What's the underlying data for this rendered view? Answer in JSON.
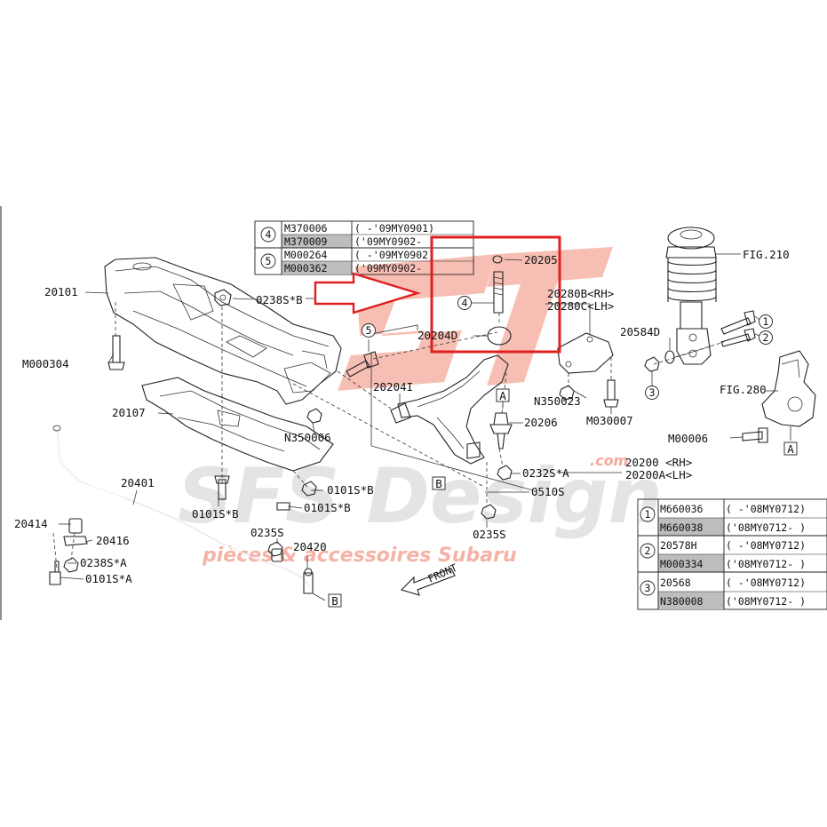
{
  "colors": {
    "highlight_red": "#e02020",
    "watermark_red": "#f39a8a",
    "watermark_gray": "#c8c8c8",
    "line": "#222222",
    "gray_cell": "#bdbdbd"
  },
  "watermark": {
    "brand": "SFS Design",
    "tagline": "pièces & accessoires Subaru",
    "tld": ".com"
  },
  "ref_table_top": {
    "rows": [
      {
        "circle": "4",
        "part": "M370006",
        "range": "( -'09MY0901)",
        "gray": false
      },
      {
        "circle": "",
        "part": "M370009",
        "range": "('09MY0902- )",
        "gray": true
      },
      {
        "circle": "5",
        "part": "M000264",
        "range": "( -'09MY0902)",
        "gray": false
      },
      {
        "circle": "",
        "part": "M000362",
        "range": "('09MY0902- )",
        "gray": true
      }
    ]
  },
  "ref_table_bottom": {
    "rows": [
      {
        "circle": "1",
        "part": "M660036",
        "range": "( -'08MY0712)",
        "gray": false
      },
      {
        "circle": "",
        "part": "M660038",
        "range": "('08MY0712- )",
        "gray": true
      },
      {
        "circle": "2",
        "part": "20578H",
        "range": "( -'08MY0712)",
        "gray": false
      },
      {
        "circle": "",
        "part": "M000334",
        "range": "('08MY0712- )",
        "gray": true
      },
      {
        "circle": "3",
        "part": "20568",
        "range": "( -'08MY0712)",
        "gray": false
      },
      {
        "circle": "",
        "part": "N380008",
        "range": "('08MY0712- )",
        "gray": true
      }
    ]
  },
  "labels": {
    "p20101": "20101",
    "m000304": "M000304",
    "p0238s_b": "0238S*B",
    "p20107": "20107",
    "n350006": "N350006",
    "p20401": "20401",
    "p20414": "20414",
    "p20416": "20416",
    "p0238s_a": "0238S*A",
    "p0101s_a": "0101S*A",
    "p0101s_b1": "0101S*B",
    "p0101s_b2": "0101S*B",
    "p0101s_b3": "0101S*B",
    "p0235s_1": "0235S",
    "p0235s_2": "0235S",
    "p20420": "20420",
    "box_b1": "B",
    "box_b2": "B",
    "box_a1": "A",
    "box_a2": "A",
    "p20205": "20205",
    "circ4": "4",
    "p20204d": "20204D",
    "circ5": "5",
    "p20204i": "20204I",
    "p20206": "20206",
    "p0232s_a": "0232S*A",
    "p0510s": "0510S",
    "p20200": "20200 <RH>",
    "p20200a": "20200A<LH>",
    "p20280b": "20280B<RH>",
    "p20280c": "20280C<LH>",
    "n350023": "N350023",
    "m030007": "M030007",
    "fig210": "FIG.210",
    "p20584d": "20584D",
    "circ1": "1",
    "circ2": "2",
    "circ3": "3",
    "fig280": "FIG.280",
    "m00006": "M00006",
    "front": "FRONT"
  }
}
